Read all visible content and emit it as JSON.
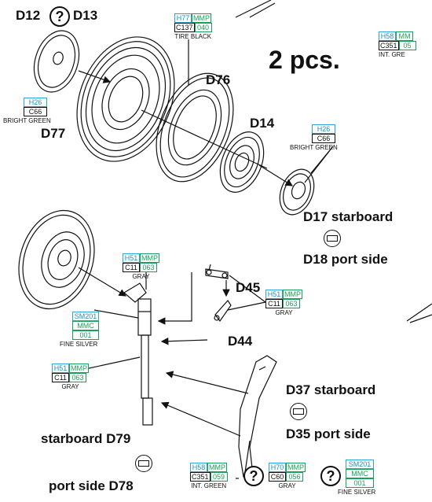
{
  "parts": {
    "d12": "D12",
    "d13": "D13",
    "d76": "D76",
    "d77": "D77",
    "d14": "D14",
    "d17": "D17 starboard",
    "d18": "D18 port side",
    "d45": "D45",
    "d44": "D44",
    "d37": "D37 starboard",
    "d35": "D35 port side",
    "d79": "starboard D79",
    "d78": "port side D78"
  },
  "qty_label": "2 pcs.",
  "question_mark": "?",
  "colors": {
    "tire": {
      "hsel": "H77",
      "mmp": "MMP",
      "code": "C137",
      "num": "040",
      "name": "TIRE BLACK"
    },
    "green1": {
      "hsel": "H26",
      "code": "C66",
      "name": "BRIGHT GREEN"
    },
    "green2": {
      "hsel": "H26",
      "code": "C66",
      "name": "BRIGHT GREEN"
    },
    "intgreen_top": {
      "hsel": "H58",
      "mmp": "MM",
      "code": "C351",
      "num": "05",
      "name": "INT. GRE"
    },
    "gray1": {
      "hsel": "H51",
      "mmp": "MMP",
      "code": "C11",
      "num": "063",
      "name": "GRAY"
    },
    "gray2": {
      "hsel": "H51",
      "mmp": "MMP",
      "code": "C11",
      "num": "063",
      "name": "GRAY"
    },
    "silver1": {
      "sm": "SM201",
      "mmc": "MMC",
      "num": "001",
      "name": "FINE SILVER"
    },
    "gray3": {
      "hsel": "H51",
      "mmp": "MMP",
      "code": "C11",
      "num": "063",
      "name": "GRAY"
    },
    "intgreen_bottom": {
      "hsel": "H58",
      "mmp": "MMP",
      "code": "C351",
      "num": "059",
      "name": "INT. GREEN"
    },
    "gray_bottom": {
      "hsel": "H70",
      "mmp": "MMP",
      "code": "C60",
      "num": "056",
      "name": "GRAY"
    },
    "silver_bottom": {
      "sm": "SM201",
      "mmc": "MMC",
      "num": "001",
      "name": "FINE SILVER"
    }
  },
  "accent": {
    "hsel_blue": "#2aa6d8",
    "mmp_green": "#1aa05a"
  }
}
